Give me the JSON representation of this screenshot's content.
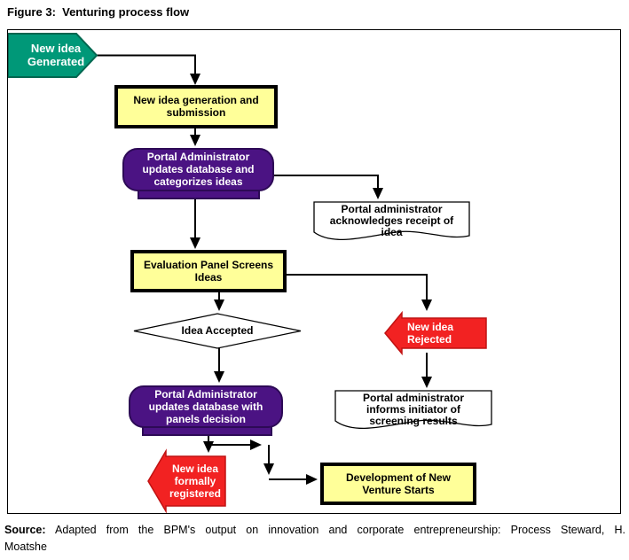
{
  "title": "Figure 3:  Venturing process flow",
  "nodes": {
    "start": {
      "label": "New idea\nGenerated",
      "shape": "right-block-arrow"
    },
    "submission": {
      "label": "New idea generation and\nsubmission",
      "shape": "process"
    },
    "categorize": {
      "label": "Portal Administrator\nupdates database and\ncategorizes ideas",
      "shape": "rounded-process"
    },
    "acknowledge": {
      "label": "Portal administrator\nacknowledges receipt of\nidea",
      "shape": "document"
    },
    "screening": {
      "label": "Evaluation Panel Screens\nIdeas",
      "shape": "process"
    },
    "decision": {
      "label": "Idea Accepted",
      "shape": "decision-diamond"
    },
    "rejected": {
      "label": "New idea\nRejected",
      "shape": "left-block-arrow"
    },
    "inform": {
      "label": "Portal administrator\ninforms initiator of\nscreening results",
      "shape": "document"
    },
    "update_decision": {
      "label": "Portal Administrator\nupdates database with\npanels decision",
      "shape": "rounded-process"
    },
    "registered": {
      "label": "New idea\nformally\nregistered",
      "shape": "left-block-arrow"
    },
    "development": {
      "label": "Development of New\nVenture Starts",
      "shape": "process"
    }
  },
  "source": {
    "label": "Source:",
    "line1": "Adapted from the BPM's output on innovation and corporate entrepreneurship: Process Steward, H.",
    "line2": "Moatshe"
  },
  "colors": {
    "start_green": "#009878",
    "process_yellow": "#FFFF99",
    "admin_purple": "#4B1383",
    "reject_red": "#F22222",
    "line_black": "#000000"
  }
}
